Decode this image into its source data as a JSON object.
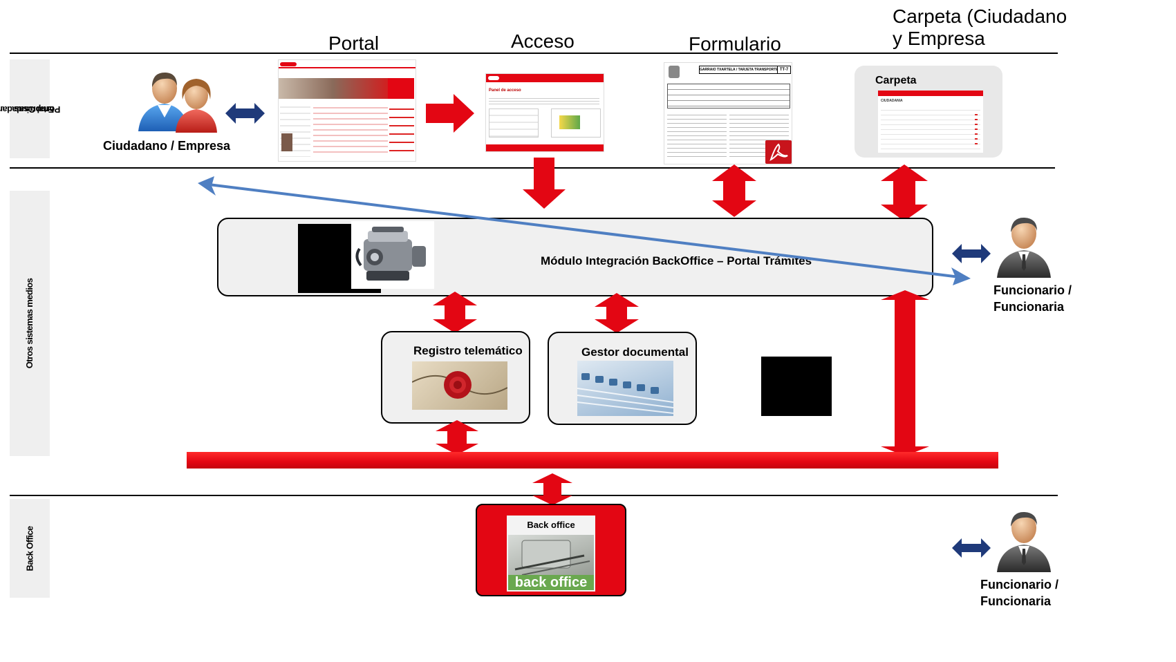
{
  "columns": {
    "portal": "Portal",
    "acceso": "Acceso",
    "formulario": "Formulario",
    "carpeta_line1": "Carpeta (Ciudadano",
    "carpeta_line2": "y Empresa"
  },
  "bands": {
    "portal_line1": "Portal Ciudadania/",
    "portal_line2": "Empresas",
    "otros": "Otros sistemas medios",
    "backoffice": "Back Office"
  },
  "actors": {
    "citizen": "Ciudadano / Empresa",
    "official1_line1": "Funcionario /",
    "official1_line2": "Funcionaria",
    "official2_line1": "Funcionario /",
    "official2_line2": "Funcionaria"
  },
  "boxes": {
    "carpeta": "Carpeta",
    "modulo": "Módulo Integración BackOffice – Portal Trámites",
    "registro": "Registro telemático",
    "gestor": "Gestor documental",
    "backoffice_title": "Back office",
    "backoffice_img_text": "back office"
  },
  "thumbnails": {
    "acceso_heading": "Panel de acceso",
    "formulario_heading": "GARRAIO TXARTELA / TARJETA TRANSPORTE",
    "formulario_code": "TT-7",
    "carpeta_heading": "CIUDADANIA"
  },
  "colors": {
    "accent_red": "#e30613",
    "navy": "#1f3a7a",
    "blue_arrow": "#4f7fc2",
    "band_gray": "#efefef"
  }
}
